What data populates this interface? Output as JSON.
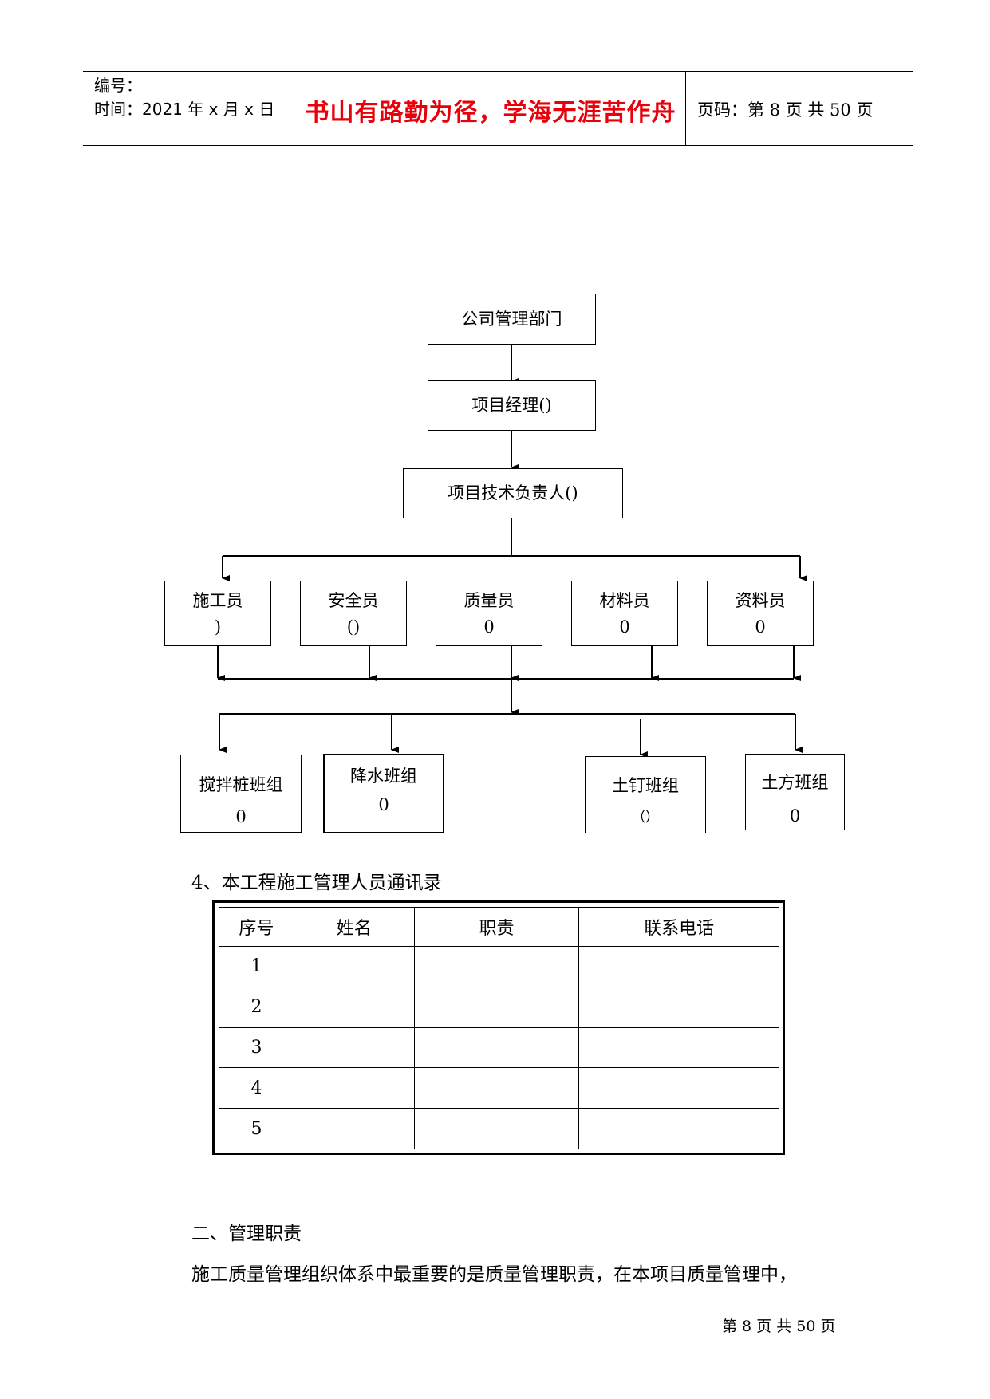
{
  "header": {
    "number_label": "编号：",
    "time_label": "时间：2021 年 x 月 x 日",
    "motto": "书山有路勤为径，学海无涯苦作舟",
    "page_label": "页码：第 8 页  共 50 页"
  },
  "org_chart": {
    "company": "公司管理部门",
    "pm": "项目经理()",
    "tech": "项目技术负责人()",
    "staff": [
      {
        "title": "施工员",
        "value": ")"
      },
      {
        "title": "安全员",
        "value": "()"
      },
      {
        "title": "质量员",
        "value": "0"
      },
      {
        "title": "材料员",
        "value": "0"
      },
      {
        "title": "资料员",
        "value": "0"
      }
    ],
    "teams": [
      {
        "title": "搅拌桩班组",
        "value": "0"
      },
      {
        "title": "降水班组",
        "value": "0"
      },
      {
        "title": "土钉班组",
        "value": "（）"
      },
      {
        "title": "土方班组",
        "value": "0"
      }
    ]
  },
  "section4_title": "4、本工程施工管理人员通讯录",
  "contacts_table": {
    "headers": [
      "序号",
      "姓名",
      "职责",
      "联系电话"
    ],
    "rows": [
      [
        "1",
        "",
        "",
        ""
      ],
      [
        "2",
        "",
        "",
        ""
      ],
      [
        "3",
        "",
        "",
        ""
      ],
      [
        "4",
        "",
        "",
        ""
      ],
      [
        "5",
        "",
        "",
        ""
      ]
    ]
  },
  "section2_title": "二、管理职责",
  "section2_body": "施工质量管理组织体系中最重要的是质量管理职责，在本项目质量管理中，",
  "footer": "第 8 页 共 50 页"
}
